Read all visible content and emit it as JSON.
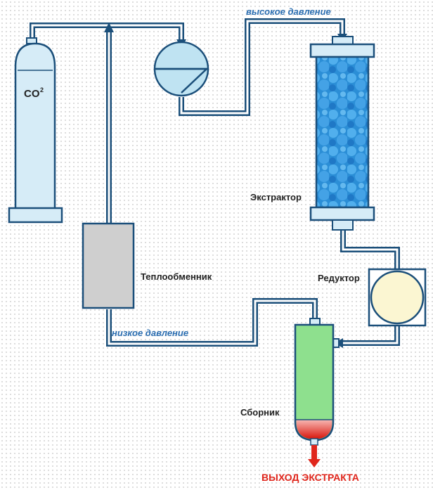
{
  "labels": {
    "co2": "CO",
    "co2_sup": "2",
    "high_pressure": "высокое давление",
    "low_pressure": "низкое давление",
    "extractor": "Экстрактор",
    "reducer": "Редуктор",
    "heat_exchanger": "Теплообменник",
    "collector": "Сборник",
    "extract_out": "ВЫХОД ЭКСТРАКТА"
  },
  "colors": {
    "pipe_outer": "#1b4f7a",
    "cylinder_fill": "#d6ecf7",
    "pump_fill": "#bfe3f2",
    "extractor_fill": "#2a8fd8",
    "reducer_fill": "#fbf6d2",
    "heat_exchanger_fill": "#cfcfcf",
    "collector_fill": "#8ee08e",
    "extract_fill": "#e0261c"
  }
}
